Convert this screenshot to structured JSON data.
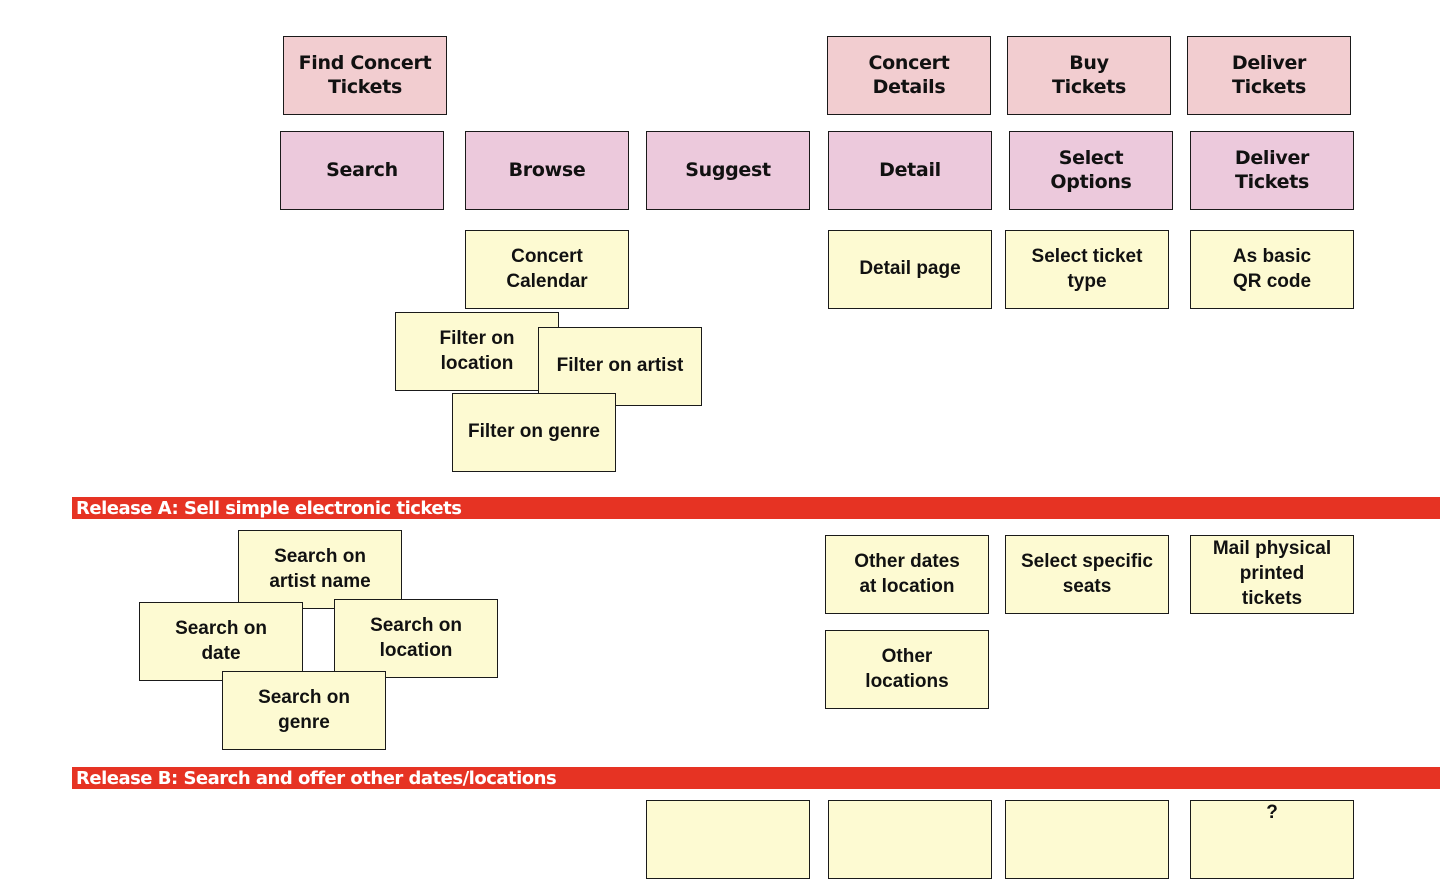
{
  "colors": {
    "activity_fill": "#f2cdd0",
    "task_fill": "#ecc9dc",
    "story_fill": "#fdfad2",
    "release_band": "#e63323",
    "release_text": "#ffffff",
    "border": "#1a1a1a"
  },
  "activities": [
    {
      "id": "find",
      "label": "Find Concert\nTickets"
    },
    {
      "id": "details",
      "label": "Concert\nDetails"
    },
    {
      "id": "buy",
      "label": "Buy\nTickets"
    },
    {
      "id": "deliver",
      "label": "Deliver\nTickets"
    }
  ],
  "tasks": [
    {
      "id": "search",
      "label": "Search"
    },
    {
      "id": "browse",
      "label": "Browse"
    },
    {
      "id": "suggest",
      "label": "Suggest"
    },
    {
      "id": "detail",
      "label": "Detail"
    },
    {
      "id": "select-options",
      "label": "Select\nOptions"
    },
    {
      "id": "deliver-tickets",
      "label": "Deliver\nTickets"
    }
  ],
  "release_a_stories": [
    {
      "id": "concert-calendar",
      "label": "Concert\nCalendar"
    },
    {
      "id": "filter-location",
      "label": "Filter on\nlocation"
    },
    {
      "id": "filter-artist",
      "label": "Filter on artist"
    },
    {
      "id": "filter-genre",
      "label": "Filter on genre"
    },
    {
      "id": "detail-page",
      "label": "Detail page"
    },
    {
      "id": "select-ticket-type",
      "label": "Select ticket\ntype"
    },
    {
      "id": "qr-code",
      "label": "As basic\nQR code"
    }
  ],
  "releases": [
    {
      "id": "release-a",
      "label": "Release A: Sell simple electronic tickets"
    },
    {
      "id": "release-b",
      "label": "Release B: Search and offer other dates/locations"
    }
  ],
  "release_b_stories": [
    {
      "id": "search-artist",
      "label": "Search on\nartist name"
    },
    {
      "id": "search-date",
      "label": "Search on\ndate"
    },
    {
      "id": "search-location",
      "label": "Search on\nlocation"
    },
    {
      "id": "search-genre",
      "label": "Search on\ngenre"
    },
    {
      "id": "other-dates",
      "label": "Other dates\nat location"
    },
    {
      "id": "select-seats",
      "label": "Select specific\nseats"
    },
    {
      "id": "mail-tickets",
      "label": "Mail physical\nprinted\ntickets"
    },
    {
      "id": "other-locations",
      "label": "Other\nlocations"
    }
  ],
  "release_c_stories": [
    {
      "id": "c-card-1",
      "label": ""
    },
    {
      "id": "c-card-2",
      "label": ""
    },
    {
      "id": "c-card-3",
      "label": ""
    },
    {
      "id": "c-card-4",
      "label": "? "
    }
  ]
}
